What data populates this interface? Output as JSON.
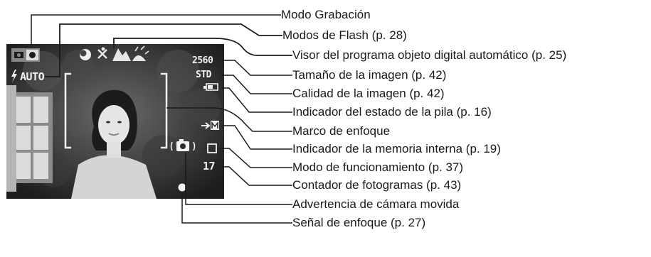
{
  "labels": [
    "Modo Grabación",
    "Modos de Flash (p. 28)",
    "Visor del programa objeto digital automático (p. 25)",
    "Tamaño de la imagen (p. 42)",
    "Calidad de la imagen (p. 42)",
    "Indicador del estado de la pila (p. 16)",
    "Marco de enfoque",
    "Indicador de la memoria interna (p. 19)",
    "Modo de funcionamiento (p. 37)",
    "Contador de fotogramas (p. 43)",
    "Advertencia de cámara movida",
    "Señal de enfoque (p. 27)"
  ],
  "screen": {
    "flash_mode": "AUTO",
    "image_size": "2560",
    "image_quality": "STD",
    "frame_counter": "17"
  },
  "colors": {
    "line": "#1a1a1a",
    "screen_bg": "#2b2b2b",
    "hud_text": "#f2f2f2"
  },
  "icons": [
    "camera-icon",
    "flash-icon",
    "portrait-icon",
    "sports-icon",
    "landscape-icon",
    "sunset-icon",
    "battery-icon",
    "internal-memory-icon",
    "single-frame-icon",
    "camera-shake-icon",
    "focus-signal-icon"
  ]
}
